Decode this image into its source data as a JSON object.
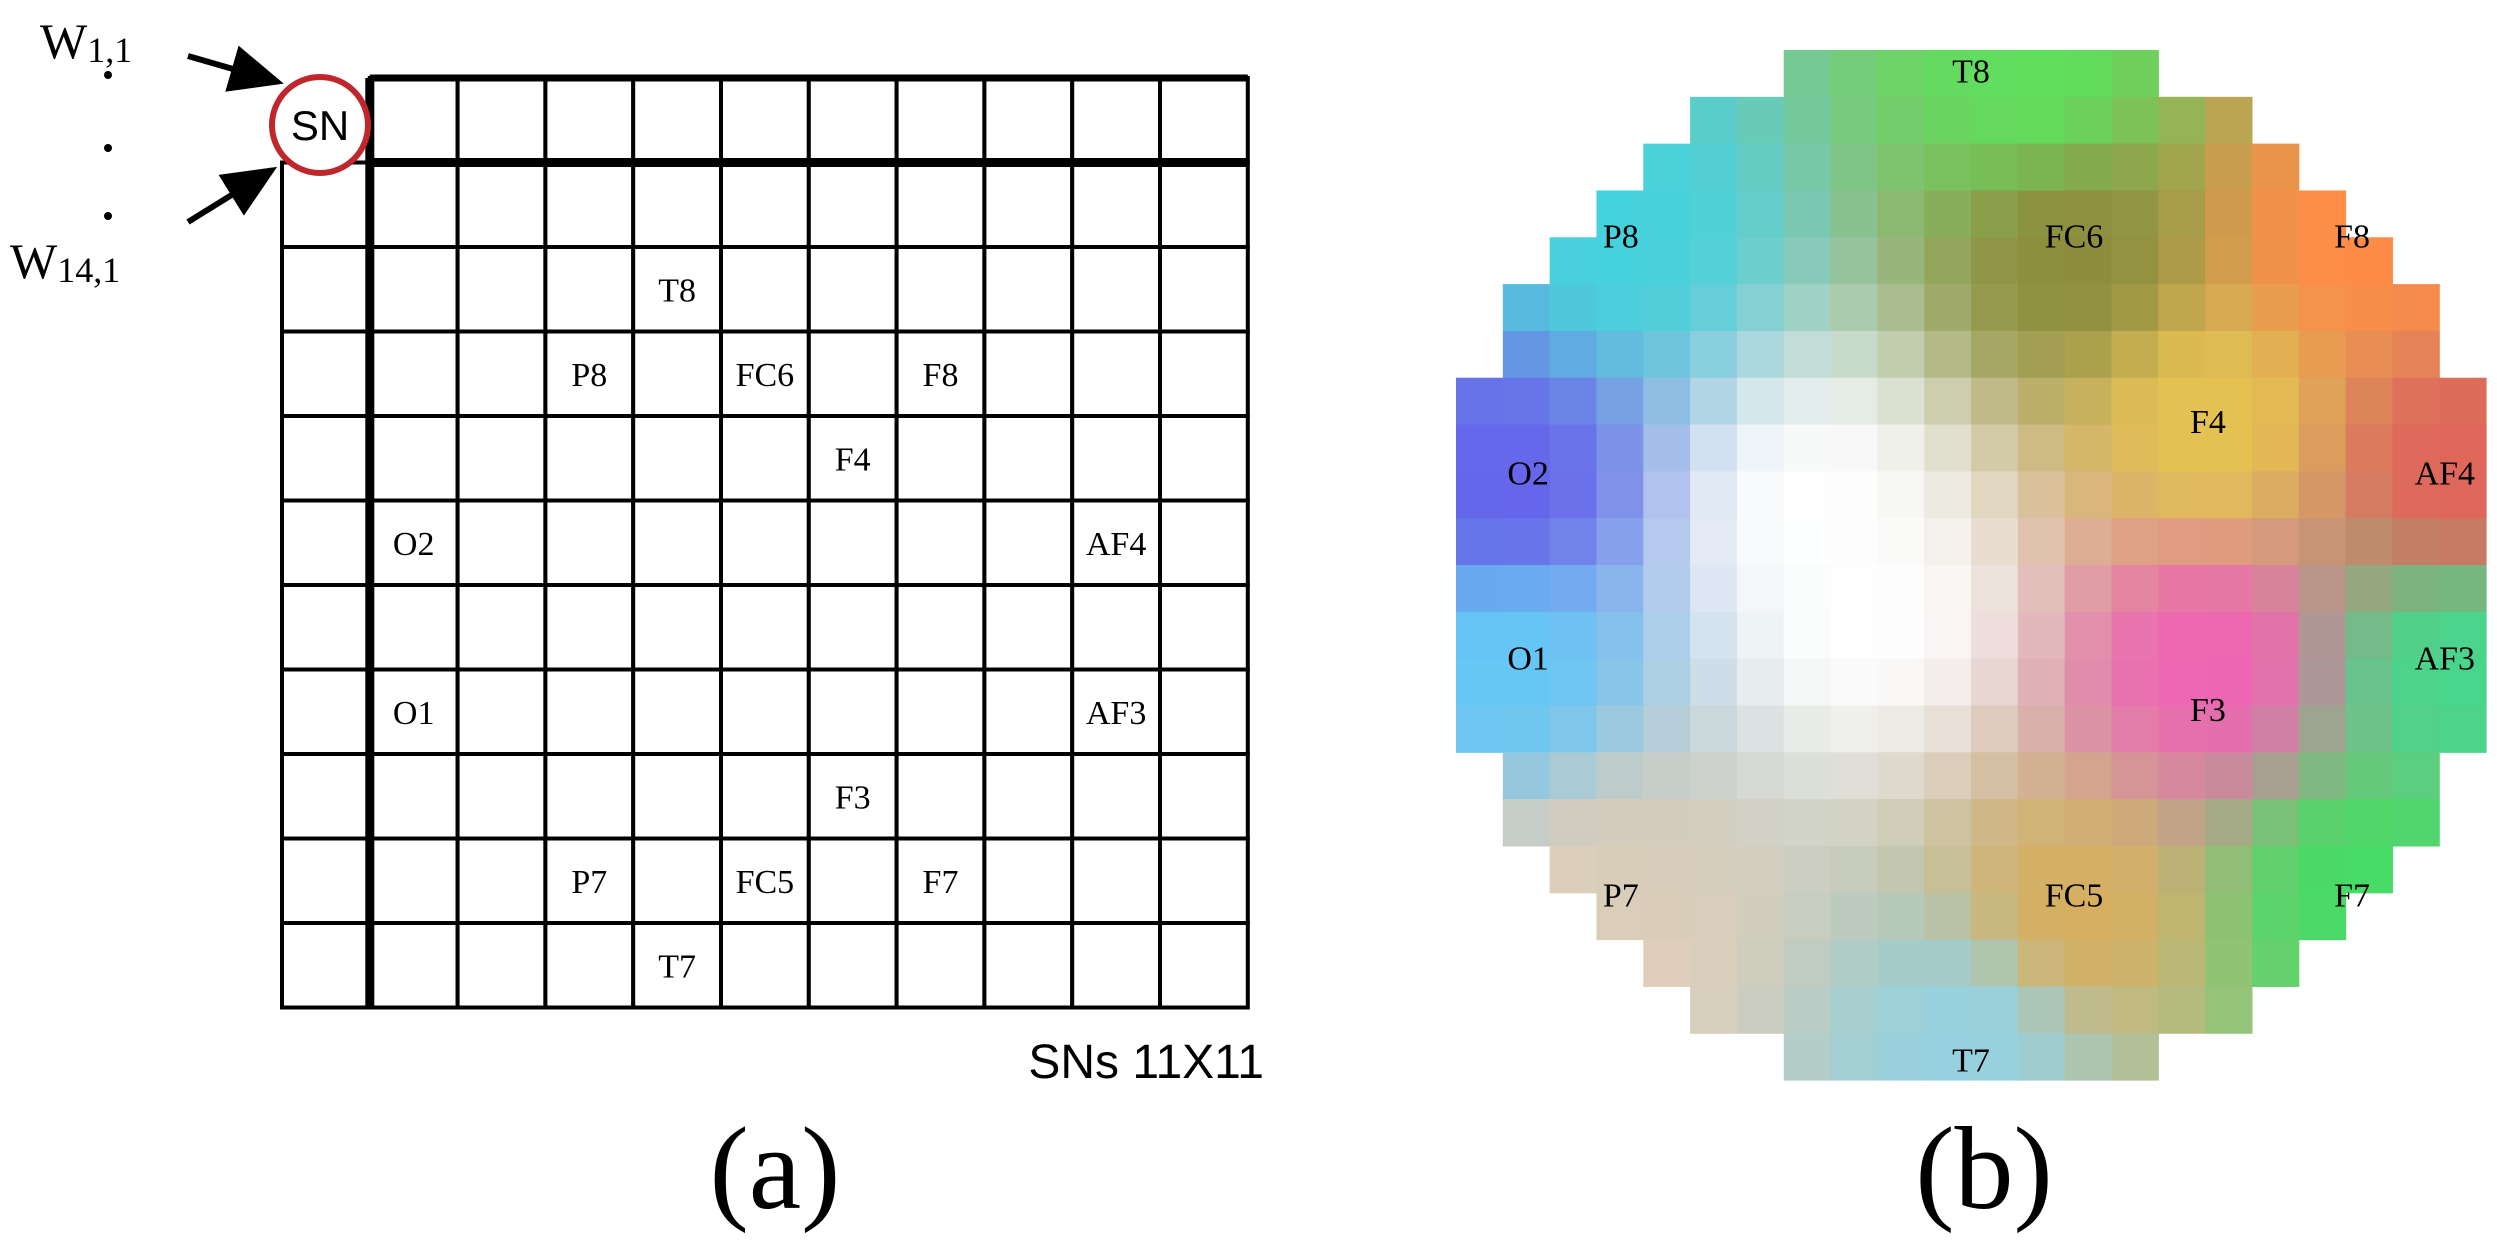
{
  "panel_a": {
    "weight_first": {
      "base": "W",
      "sub": "1,1"
    },
    "weight_last": {
      "base": "W",
      "sub": "14,1"
    },
    "sn_circle_label": "SN",
    "grid_caption": "SNs 11X11",
    "panel_label": "(a)",
    "grid_rows": 11,
    "grid_cols": 11,
    "cells": [
      {
        "row": 1,
        "col": 4,
        "text": "T8"
      },
      {
        "row": 2,
        "col": 3,
        "text": "P8"
      },
      {
        "row": 2,
        "col": 5,
        "text": "FC6"
      },
      {
        "row": 2,
        "col": 7,
        "text": "F8"
      },
      {
        "row": 3,
        "col": 6,
        "text": "F4"
      },
      {
        "row": 4,
        "col": 1,
        "text": "O2"
      },
      {
        "row": 4,
        "col": 9,
        "text": "AF4"
      },
      {
        "row": 6,
        "col": 1,
        "text": "O1"
      },
      {
        "row": 6,
        "col": 9,
        "text": "AF3"
      },
      {
        "row": 7,
        "col": 6,
        "text": "F3"
      },
      {
        "row": 8,
        "col": 3,
        "text": "P7"
      },
      {
        "row": 8,
        "col": 5,
        "text": "FC5"
      },
      {
        "row": 8,
        "col": 7,
        "text": "F7"
      },
      {
        "row": 9,
        "col": 4,
        "text": "T7"
      }
    ]
  },
  "panel_b": {
    "panel_label": "(b)",
    "grid_size": 22,
    "labels": [
      {
        "text": "T8",
        "u": 0.5,
        "v": 0.02
      },
      {
        "text": "P8",
        "u": 0.16,
        "v": 0.18
      },
      {
        "text": "FC6",
        "u": 0.6,
        "v": 0.18
      },
      {
        "text": "F8",
        "u": 0.87,
        "v": 0.18
      },
      {
        "text": "F4",
        "u": 0.73,
        "v": 0.36
      },
      {
        "text": "O2",
        "u": 0.07,
        "v": 0.41
      },
      {
        "text": "AF4",
        "u": 0.96,
        "v": 0.41
      },
      {
        "text": "O1",
        "u": 0.07,
        "v": 0.59
      },
      {
        "text": "AF3",
        "u": 0.96,
        "v": 0.59
      },
      {
        "text": "F3",
        "u": 0.73,
        "v": 0.64
      },
      {
        "text": "P7",
        "u": 0.16,
        "v": 0.82
      },
      {
        "text": "FC5",
        "u": 0.6,
        "v": 0.82
      },
      {
        "text": "F7",
        "u": 0.87,
        "v": 0.82
      },
      {
        "text": "T7",
        "u": 0.5,
        "v": 0.98
      }
    ],
    "anchor_colors": [
      {
        "u": 0.56,
        "v": 0.02,
        "color": "#5fe05f"
      },
      {
        "u": 0.16,
        "v": 0.18,
        "color": "#45d2dc"
      },
      {
        "u": 0.6,
        "v": 0.2,
        "color": "#8c8c3c"
      },
      {
        "u": 0.87,
        "v": 0.18,
        "color": "#ff8c46"
      },
      {
        "u": 0.73,
        "v": 0.36,
        "color": "#e6c350"
      },
      {
        "u": 0.05,
        "v": 0.42,
        "color": "#6464eb"
      },
      {
        "u": 0.97,
        "v": 0.41,
        "color": "#e1645a"
      },
      {
        "u": 0.05,
        "v": 0.6,
        "color": "#64c8f5"
      },
      {
        "u": 0.97,
        "v": 0.6,
        "color": "#46d78c"
      },
      {
        "u": 0.73,
        "v": 0.6,
        "color": "#f064b4"
      },
      {
        "u": 0.16,
        "v": 0.82,
        "color": "#d7cdb9"
      },
      {
        "u": 0.6,
        "v": 0.84,
        "color": "#d7af5f"
      },
      {
        "u": 0.88,
        "v": 0.82,
        "color": "#46dc64"
      },
      {
        "u": 0.5,
        "v": 0.96,
        "color": "#96d2e1"
      },
      {
        "u": 0.1,
        "v": 0.88,
        "color": "#f5d2b9"
      },
      {
        "u": 0.35,
        "v": 0.45,
        "color": "#ffffff"
      },
      {
        "u": 0.4,
        "v": 0.55,
        "color": "#ffffff"
      }
    ]
  }
}
